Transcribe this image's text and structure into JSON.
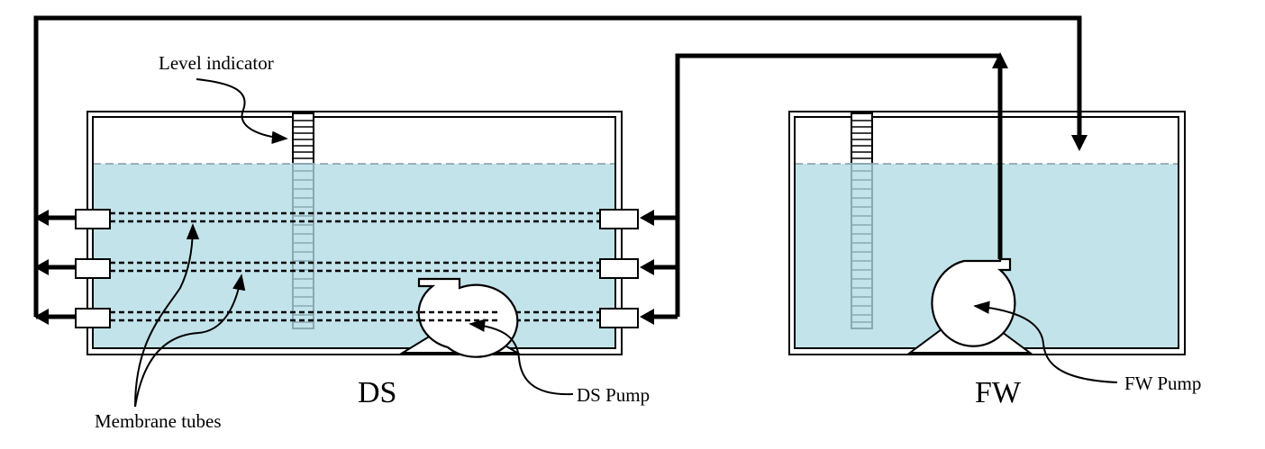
{
  "labels": {
    "level_indicator": "Level indicator",
    "membrane_tubes": "Membrane tubes",
    "ds": "DS",
    "ds_pump": "DS Pump",
    "fw": "FW",
    "fw_pump": "FW Pump"
  },
  "colors": {
    "water": "#c3e3ea",
    "water_line": "#6f8b93",
    "ink": "#000000",
    "ladder_submerged": "#8aa9b1"
  },
  "membrane_rows": 3
}
